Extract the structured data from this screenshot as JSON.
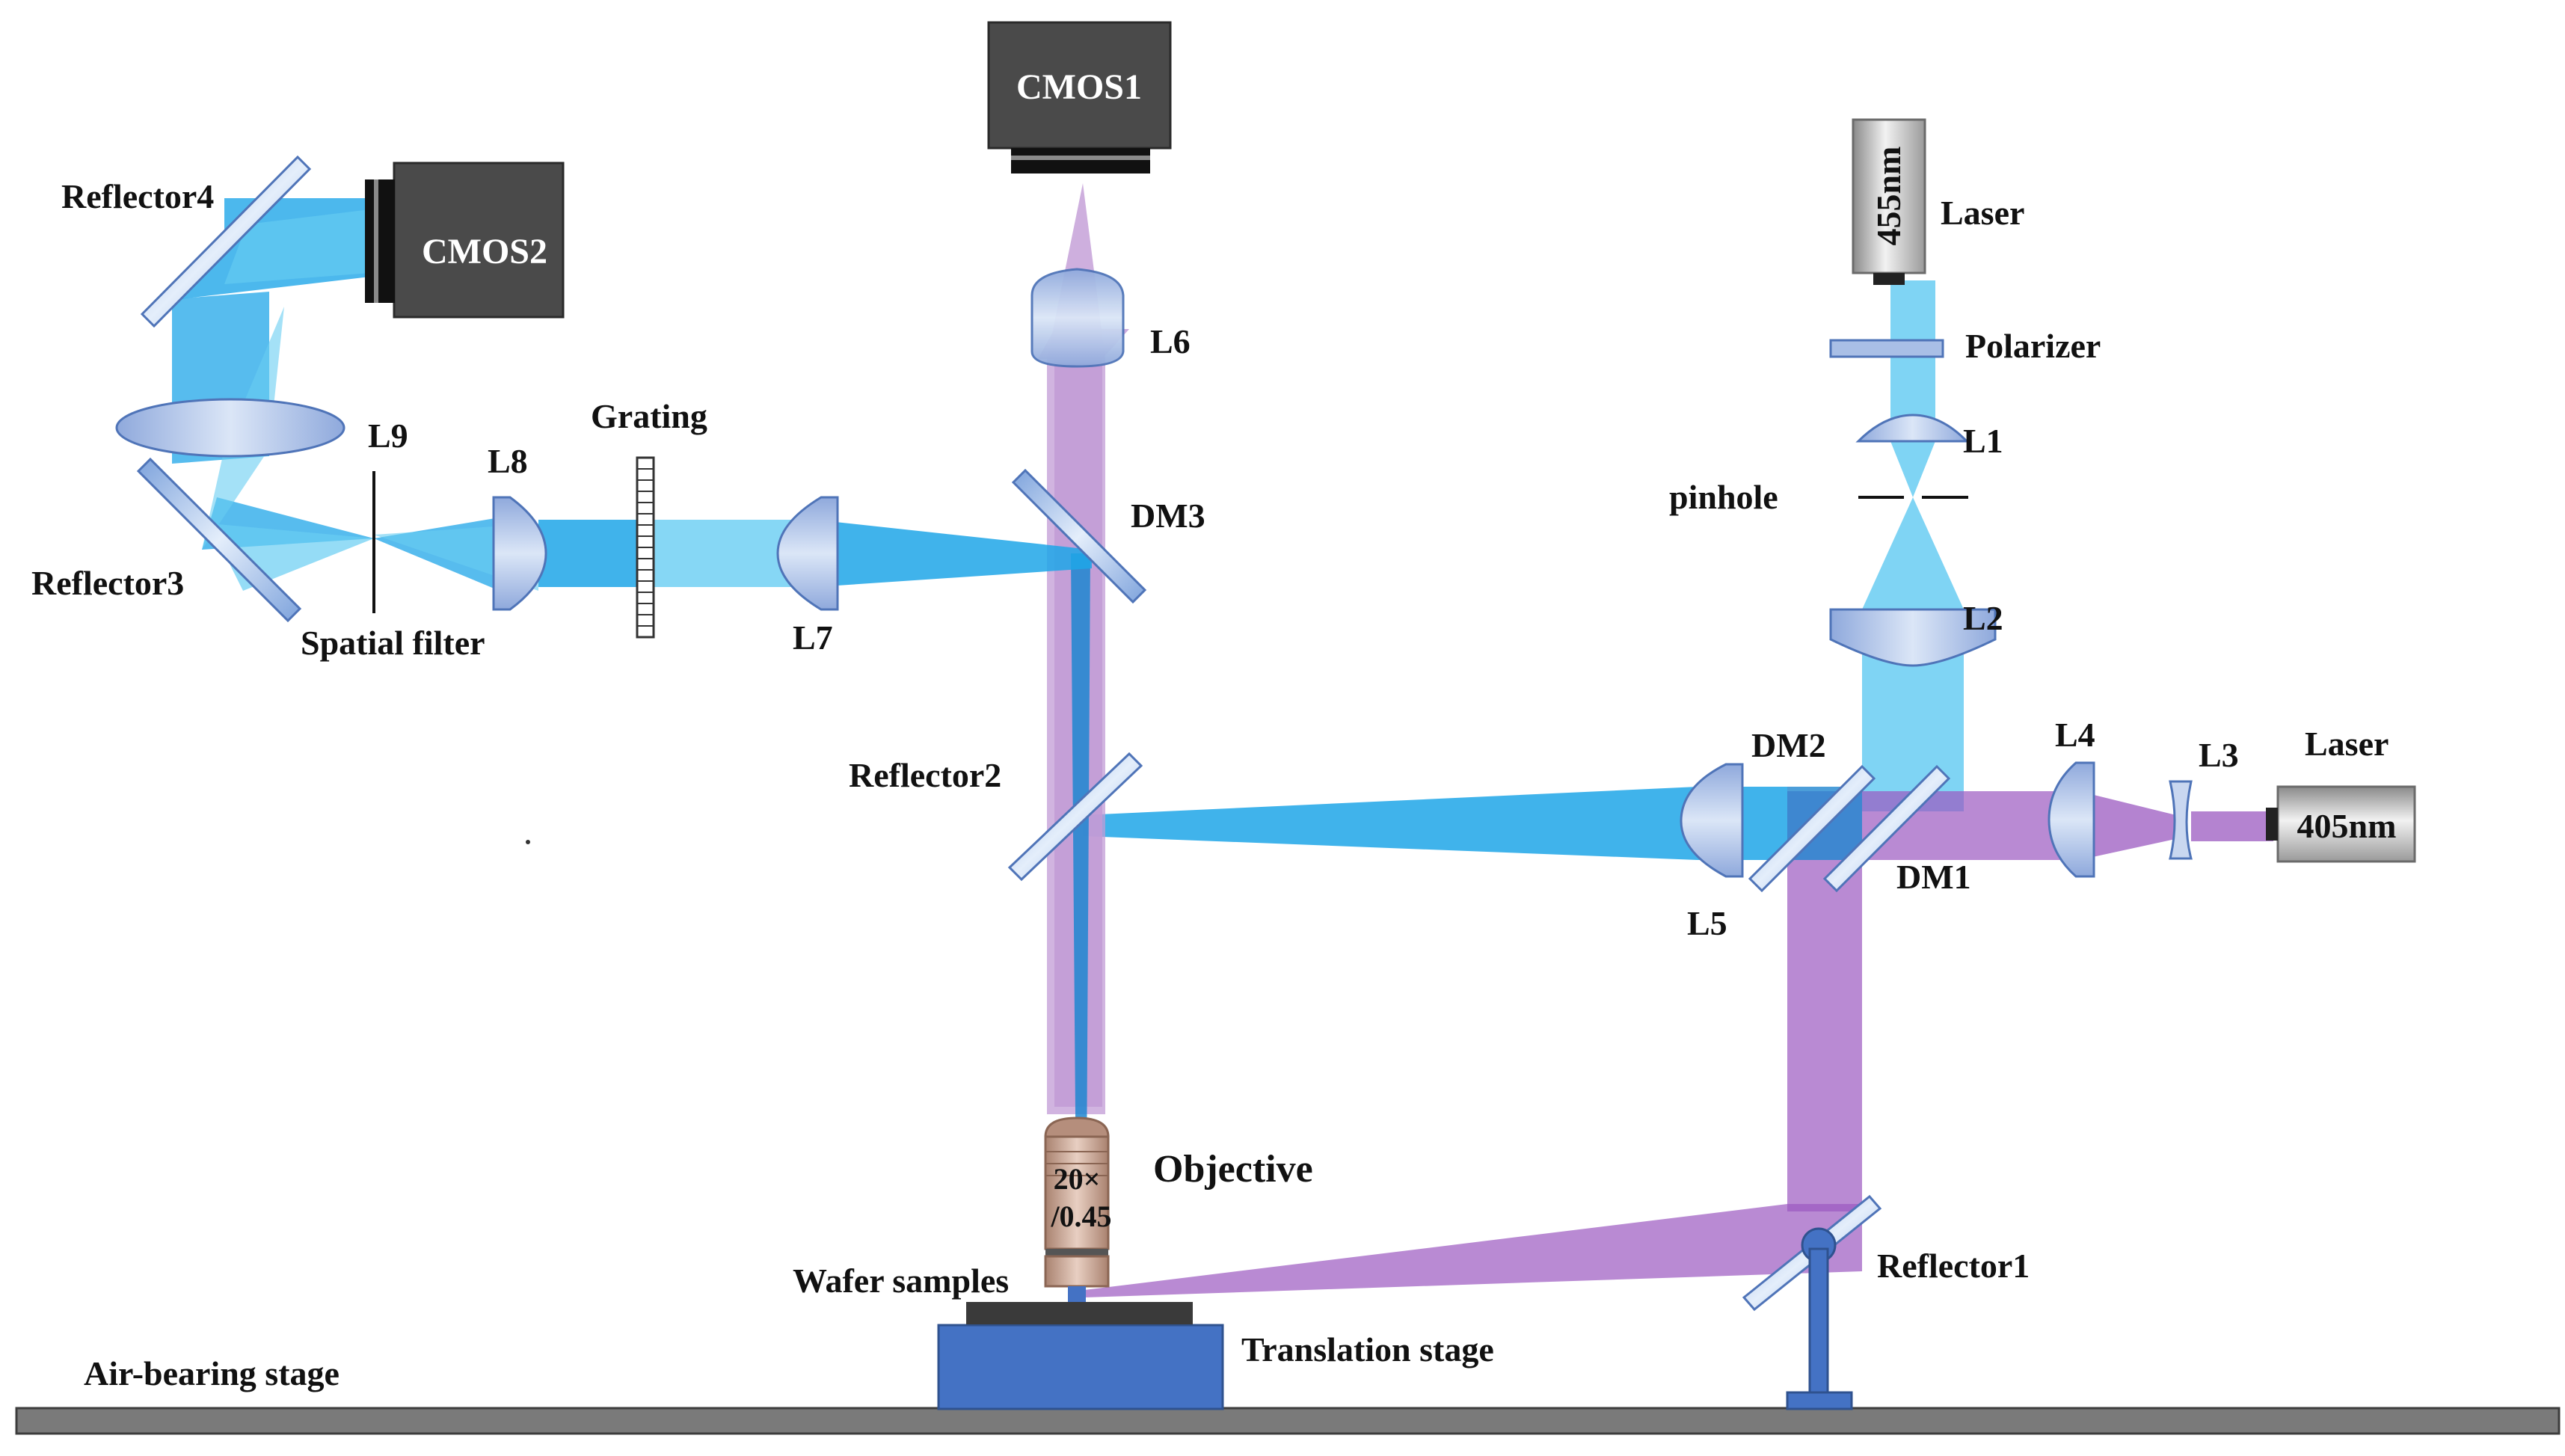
{
  "colors": {
    "violet_beam": "#9b59c0",
    "blue_beam": "#1fa6e8",
    "light_blue_beam": "#68cdf2",
    "camera_body": "#4a4a4a",
    "lens_fill": "#a9bfe6",
    "optic_edge": "#4f74b8",
    "stage_blue": "#4472c4",
    "objective_body": "#c9a695",
    "ground": "#7a7a7a"
  },
  "labels": {
    "cmos1": "CMOS1",
    "cmos2": "CMOS2",
    "reflector1": "Reflector1",
    "reflector2": "Reflector2",
    "reflector3": "Reflector3",
    "reflector4": "Reflector4",
    "l1": "L1",
    "l2": "L2",
    "l3": "L3",
    "l4": "L4",
    "l5": "L5",
    "l6": "L6",
    "l7": "L7",
    "l8": "L8",
    "l9": "L9",
    "dm1": "DM1",
    "dm2": "DM2",
    "dm3": "DM3",
    "grating": "Grating",
    "spatial_filter": "Spatial filter",
    "pinhole": "pinhole",
    "polarizer": "Polarizer",
    "laser_top": "Laser",
    "laser_top_wavelength": "455nm",
    "laser_right": "Laser",
    "laser_right_wavelength": "405nm",
    "objective": "Objective",
    "objective_mag": "20×",
    "objective_na": "/0.45",
    "wafer_samples": "Wafer samples",
    "translation_stage": "Translation stage",
    "air_bearing_stage": "Air-bearing stage"
  },
  "icons": {
    "cmos1": "camera-icon",
    "cmos2": "camera-icon",
    "laser_455": "laser-module-icon",
    "laser_405": "laser-module-icon"
  }
}
